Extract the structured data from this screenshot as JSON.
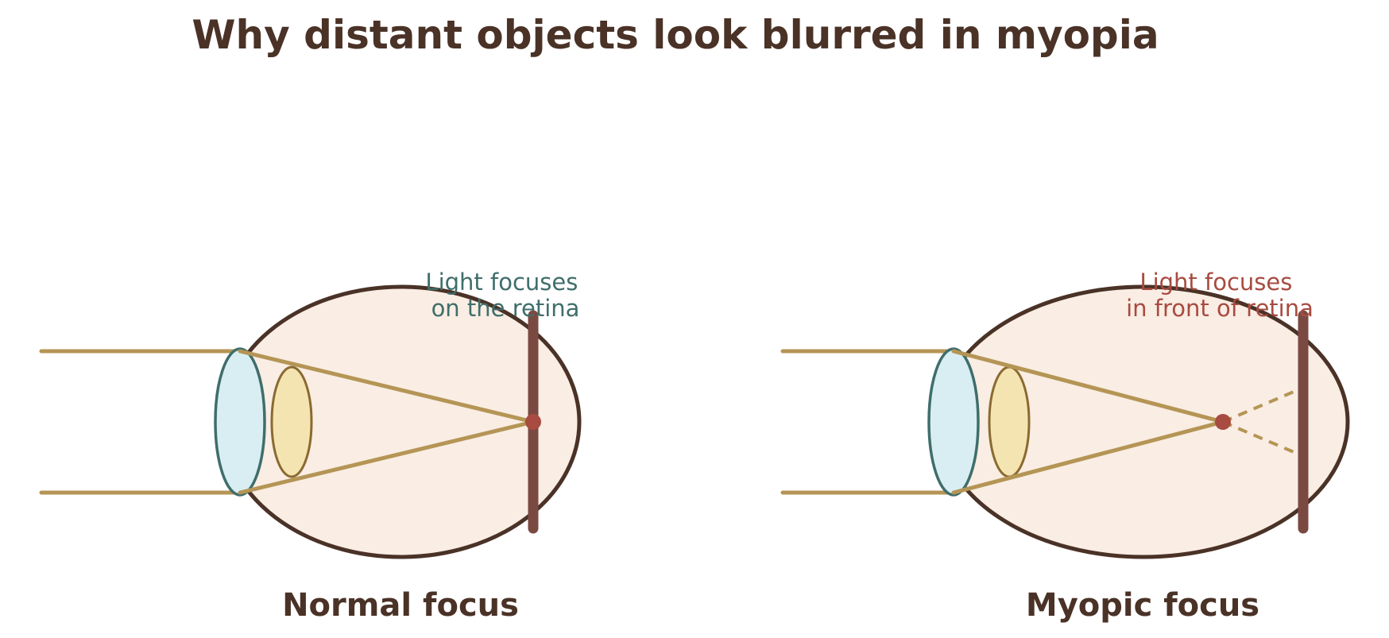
{
  "title": "Why distant objects look blurred in myopia",
  "panels": [
    {
      "id": "normal",
      "caption": "Normal focus",
      "note_lines": [
        "Light focuses",
        "on the retina"
      ],
      "note_color": "#3f6e6b"
    },
    {
      "id": "myopic",
      "caption": "Myopic focus",
      "note_lines": [
        "Light focuses",
        "in front of retina"
      ],
      "note_color": "#a84b40"
    }
  ],
  "colors": {
    "title": "#4a3227",
    "eyeball_fill": "#f9ede4",
    "eyeball_outline": "#4a3227",
    "cornea_fill": "#d9eef2",
    "lens_fill": "#f4e4b2",
    "light_ray": "#b59555",
    "retina": "#7a4a42",
    "focal_point": "#a84b40"
  }
}
